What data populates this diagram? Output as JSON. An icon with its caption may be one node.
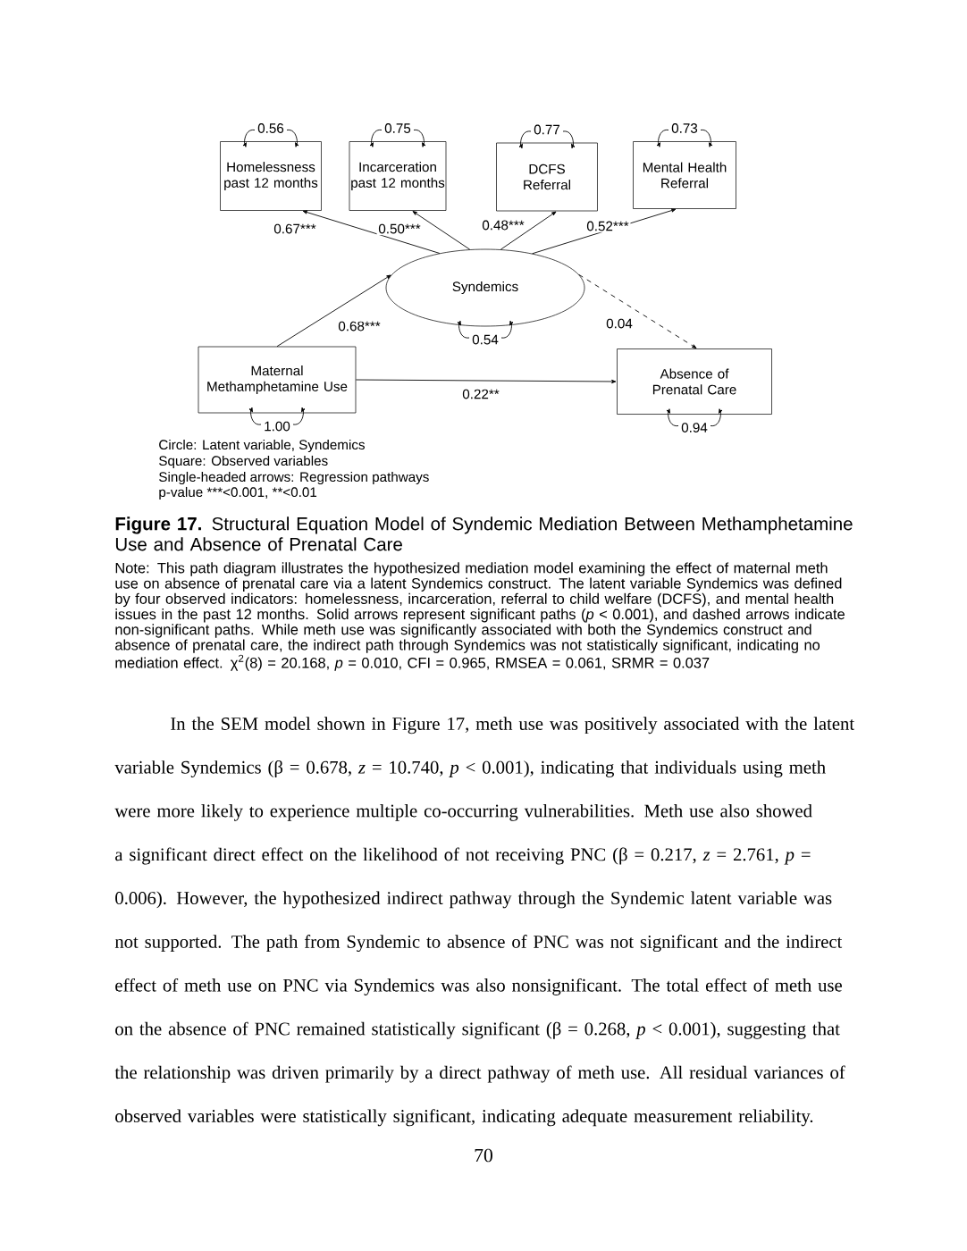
{
  "diagram": {
    "caption": "**Figure 17.** Structural Equation Model of Syndemic Mediation Between Methamphetamine Use and Absence of Prenatal Care",
    "nodes": [
      {
        "text": [
          "Homelessness past 12 months"
        ],
        "beside": [
          "0.56"
        ]
      },
      {
        "text": [
          "Incarceration past 12 months"
        ],
        "beside": [
          "0.75"
        ]
      },
      {
        "text": [
          "DCFS Referral"
        ],
        "beside": [
          "0.77"
        ]
      },
      {
        "text": [
          "Mental Health Referral"
        ],
        "beside": [
          "0.73"
        ]
      },
      {
        "text": [
          "Syndemics"
        ],
        "beside": [
          "0.54"
        ]
      },
      {
        "text": [
          "Maternal Methamphetamine Use"
        ],
        "beside": [
          "1.00"
        ]
      },
      {
        "text": [
          "Absence of Prenatal Care"
        ],
        "beside": [
          "0.94"
        ]
      }
    ],
    "edges": [
      {
        "from": 4,
        "to": 0,
        "arrow": "to",
        "label": "0.67***"
      },
      {
        "from": 4,
        "to": 1,
        "arrow": "to",
        "label": "0.50***"
      },
      {
        "from": 4,
        "to": 2,
        "arrow": "to",
        "label": "0.48***"
      },
      {
        "from": 4,
        "to": 3,
        "arrow": "to",
        "label": "0.52***"
      },
      {
        "from": 5,
        "to": 4,
        "arrow": "to",
        "label": "0.68***"
      },
      {
        "from": 4,
        "to": 6,
        "arrow": "to",
        "label": "0.04",
        "style": "dashed"
      },
      {
        "from": 5,
        "to": 6,
        "arrow": "to",
        "label": "0.22**"
      }
    ],
    "labels": [
      "Circle: Latent variable, Syndemics",
      "Square: Observed variables",
      "Single-headed arrows: Regression pathways",
      "p-value ***<0.001, **<0.01",
      "Note: This path diagram illustrates the hypothesized mediation model examining the effect of maternal meth use on absence of prenatal care via a latent Syndemics construct. The latent variable Syndemics was defined by four observed indicators: homelessness, incarceration, referral to child welfare (DCFS), and mental health issues in the past 12 months. Solid arrows represent significant paths (*p* < 0.001), and dashed arrows indicate non-significant paths. While meth use was significantly associated with both the Syndemics construct and absence of prenatal care, the indirect path through Syndemics was not statistically significant, indicating no mediation effect. χ$^{2}$(8) = 20.168, *p* = 0.010, CFI = 0.965, RMSEA = 0.061, SRMR = 0.037",
      "In the SEM model shown in Figure 17, meth use was positively associated with the latent variable Syndemics (β = 0.678, *z* = 10.740, *p* < 0.001), indicating that individuals using meth were more likely to experience multiple co-occurring vulnerabilities. Meth use also showed a significant direct effect on the likelihood of not receiving PNC (β = 0.217, *z* = 2.761, *p* = 0.006). However, the hypothesized indirect pathway through the Syndemic latent variable was not supported. The path from Syndemic to absence of PNC was not significant and the indirect effect of meth use on PNC via Syndemics was also nonsignificant. The total effect of meth use on the absence of PNC remained statistically significant (β = 0.268, *p* < 0.001), suggesting that the relationship was driven primarily by a direct pathway of meth use. All residual variances of observed variables were statistically significant, indicating adequate measurement reliability.",
      "70"
    ]
  }
}
